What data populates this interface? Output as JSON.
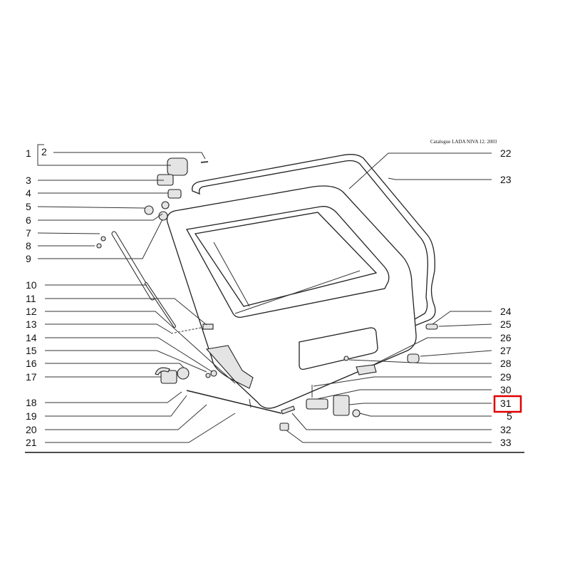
{
  "header": {
    "catalogue": "Catalogue LADA NIVA 12. 2003"
  },
  "left_labels": [
    "1",
    "2",
    "3",
    "4",
    "5",
    "6",
    "7",
    "8",
    "9",
    "10",
    "11",
    "12",
    "13",
    "14",
    "15",
    "16",
    "17",
    "18",
    "19",
    "20",
    "21"
  ],
  "right_labels": [
    "22",
    "23",
    "24",
    "25",
    "26",
    "27",
    "28",
    "29",
    "30",
    "31",
    "5",
    "32",
    "33"
  ],
  "highlight": {
    "label": "31",
    "color": "#e00000"
  }
}
